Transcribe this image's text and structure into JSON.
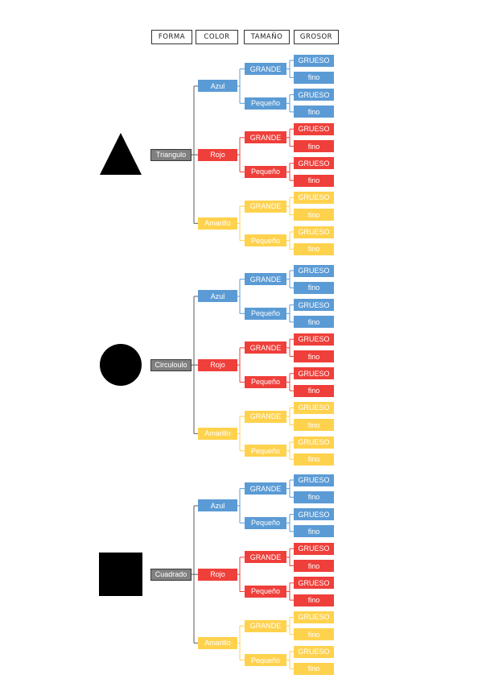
{
  "headers": [
    "FORMA",
    "COLOR",
    "TAMAÑO",
    "GROSOR"
  ],
  "palette": {
    "blue": "#5b9bd5",
    "red": "#ef3f3a",
    "yellow": "#ffd24d",
    "root_fill": "#808080",
    "root_border": "#3a3a3a",
    "shape": "#000000"
  },
  "colors": [
    {
      "label": "Azul",
      "key": "blue"
    },
    {
      "label": "Rojo",
      "key": "red"
    },
    {
      "label": "Amarillo",
      "key": "yellow"
    }
  ],
  "sizes": [
    "GRANDE",
    "Pequeño"
  ],
  "thicknesses": [
    "GRUESO",
    "fino"
  ],
  "trees": [
    {
      "shape": "triangle-icon",
      "root": "Triangulo"
    },
    {
      "shape": "circle-icon",
      "root": "Circuloulo"
    },
    {
      "shape": "square-icon",
      "root": "Cuadrado"
    }
  ]
}
